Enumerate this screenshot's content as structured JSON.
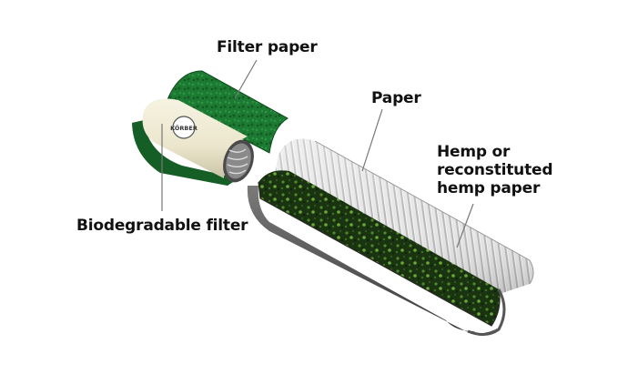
{
  "labels": {
    "filter_paper": "Filter paper",
    "paper": "Paper",
    "hemp": [
      "Hemp or",
      "reconstituted",
      "hemp paper"
    ],
    "biodegradable_filter": "Biodegradable filter"
  },
  "logo_text": "KÖRBER",
  "colors": {
    "filter_green": "#1f7a33",
    "hemp_fill": "#1c3a12",
    "paper_white": "#e8e8e8",
    "filter_cream": "#ece8d2"
  }
}
